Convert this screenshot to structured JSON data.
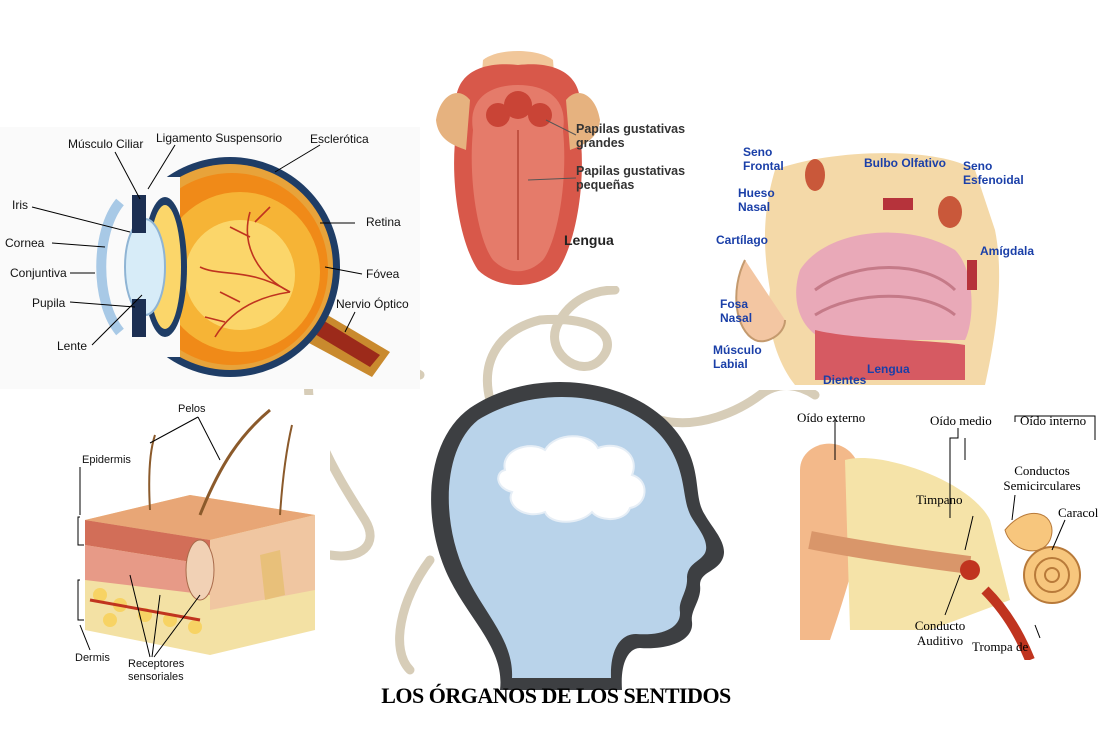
{
  "title": "LOS ÓRGANOS DE LOS SENTIDOS",
  "eye": {
    "labels": [
      "Músculo Ciliar",
      "Ligamento Suspensorio",
      "Esclerótica",
      "Iris",
      "Cornea",
      "Conjuntiva",
      "Pupila",
      "Lente",
      "Retina",
      "Fóvea",
      "Nervio Óptico"
    ]
  },
  "tongue": {
    "papilas_grandes": "Papilas gustativas grandes",
    "papilas_pequenas": "Papilas gustativas pequeñas",
    "caption": "Lengua"
  },
  "nose": {
    "labels": [
      "Seno Frontal",
      "Bulbo Olfativo",
      "Seno Esfenoidal",
      "Hueso Nasal",
      "Cartílago",
      "Amígdala",
      "Fosa Nasal",
      "Músculo Labial",
      "Dientes",
      "Lengua"
    ]
  },
  "skin": {
    "labels": [
      "Pelos",
      "Epidermis",
      "Dermis",
      "Receptores sensoriales"
    ]
  },
  "ear": {
    "labels": [
      "Oído externo",
      "Oído medio",
      "Oído interno",
      "Conductos Semicirculares",
      "Timpano",
      "Caracol",
      "Conducto Auditivo",
      "Trompa de"
    ]
  },
  "colors": {
    "head_fill": "#b9d3ea",
    "head_outline": "#3d3f42",
    "ribbon": "#d8cdb9"
  }
}
